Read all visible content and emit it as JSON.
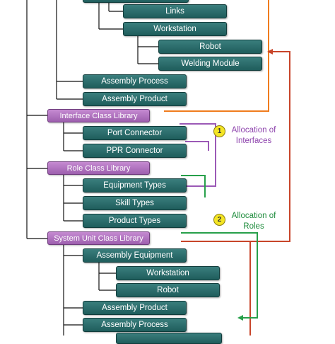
{
  "colors": {
    "node_fill": "#2a6a69",
    "library_fill": "#b173c2",
    "interfaces_arrow": "#9b59b6",
    "roles_arrow": "#27a04a",
    "orange_arrow": "#f07c1e",
    "red_arrow": "#c8452a"
  },
  "tree": {
    "links": "Links",
    "workstation_top": "Workstation",
    "robot_top": "Robot",
    "welding_module": "Welding Module",
    "assembly_process_top": "Assembly Process",
    "assembly_product_top": "Assembly Product",
    "interface_class_library": "Interface Class Library",
    "port_connector": "Port Connector",
    "ppr_connector": "PPR Connector",
    "role_class_library": "Role Class Library",
    "equipment_types": "Equipment Types",
    "skill_types": "Skill Types",
    "product_types": "Product Types",
    "system_unit_class_library": "System Unit Class Library",
    "assembly_equipment": "Assembly Equipment",
    "workstation_bottom": "Workstation",
    "robot_bottom": "Robot",
    "assembly_product_bottom": "Assembly Product",
    "assembly_process_bottom": "Assembly Process"
  },
  "annotations": {
    "interfaces_number": "1",
    "interfaces_line1": "Allocation of",
    "interfaces_line2": "Interfaces",
    "roles_number": "2",
    "roles_line1": "Allocation of",
    "roles_line2": "Roles"
  }
}
